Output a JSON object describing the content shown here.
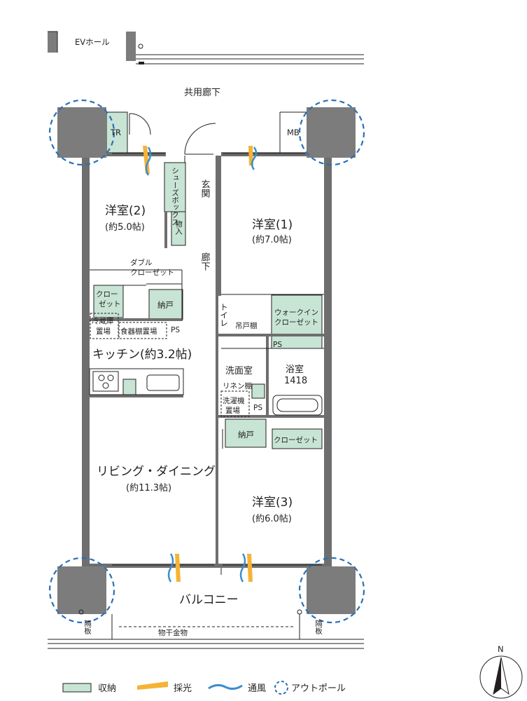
{
  "labels": {
    "ev_hall": "EVホール",
    "corridor_common": "共用廊下",
    "tr": "TR",
    "mb": "MB",
    "entrance": "玄関",
    "shoe_box": "シューズボックス",
    "storage_in": "物入",
    "hallway": "廊下",
    "western2_name": "洋室(2)",
    "western2_size": "(約5.0帖)",
    "western1_name": "洋室(1)",
    "western1_size": "(約7.0帖)",
    "double_closet_1": "ダブル",
    "double_closet_2": "クローゼット",
    "closet_a_1": "クロー",
    "closet_a_2": "ゼット",
    "nando1": "納戸",
    "toilet": "トイレ",
    "hanging_shelf": "吊戸棚",
    "walkin_1": "ウォークイン",
    "walkin_2": "クローゼット",
    "fridge_1": "冷蔵庫",
    "fridge_2": "置場",
    "dish_shelf": "食器棚置場",
    "ps1": "PS",
    "ps2": "PS",
    "ps3": "PS",
    "kitchen": "キッチン(約3.2帖)",
    "washroom": "洗面室",
    "bathroom_name": "浴室",
    "bathroom_size": "1418",
    "linen_shelf": "リネン棚",
    "washer_1": "洗濯機",
    "washer_2": "置場",
    "nando2": "納戸",
    "closet_b": "クローゼット",
    "living_name": "リビング・ダイニング",
    "living_size": "(約11.3帖)",
    "western3_name": "洋室(3)",
    "western3_size": "(約6.0帖)",
    "balcony": "バルコニー",
    "partition": "隔板",
    "drying_rack": "物干金物",
    "north": "N"
  },
  "legend": {
    "storage": "収納",
    "daylight": "採光",
    "ventilation": "通風",
    "outpole": "アウトポール"
  },
  "colors": {
    "storage": "#c7e4d4",
    "daylight": "#f5b335",
    "ventilation": "#3a8fcf",
    "outpole": "#2b6fb8",
    "pillar": "#7c7c7c",
    "wall": "#6e6e6e"
  }
}
